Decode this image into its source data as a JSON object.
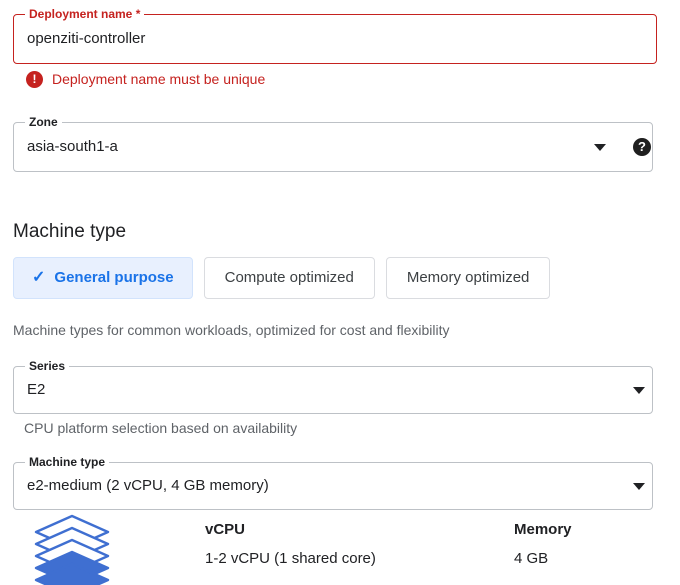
{
  "colors": {
    "error": "#c5221f",
    "accent": "#1a73e8",
    "accent_bg": "#e8f0fe",
    "text": "#202124",
    "muted": "#5f6368",
    "border": "#bdc1c6"
  },
  "deployment_name": {
    "label": "Deployment name",
    "required_marker": "*",
    "value": "openziti-controller",
    "error_message": "Deployment name must be unique",
    "error_icon": "error-exclamation-icon"
  },
  "zone": {
    "label": "Zone",
    "value": "asia-south1-a",
    "chevron_icon": "chevron-down-icon",
    "help_icon": "help-question-icon",
    "help_glyph": "?"
  },
  "machine_type_section": {
    "title": "Machine type",
    "tabs": [
      {
        "label": "General purpose",
        "selected": true,
        "check_icon": "check-icon",
        "check_glyph": "✓"
      },
      {
        "label": "Compute optimized",
        "selected": false
      },
      {
        "label": "Memory optimized",
        "selected": false
      }
    ],
    "description": "Machine types for common workloads, optimized for cost and flexibility"
  },
  "series": {
    "label": "Series",
    "value": "E2",
    "chevron_icon": "chevron-down-icon",
    "helper": "CPU platform selection based on availability"
  },
  "machine_type": {
    "label": "Machine type",
    "value": "e2-medium (2 vCPU, 4 GB memory)",
    "chevron_icon": "chevron-down-icon"
  },
  "specs": {
    "icon": "stacked-layers-icon",
    "columns": [
      {
        "header": "vCPU",
        "value": "1-2 vCPU (1 shared core)"
      },
      {
        "header": "Memory",
        "value": "4 GB"
      }
    ]
  }
}
